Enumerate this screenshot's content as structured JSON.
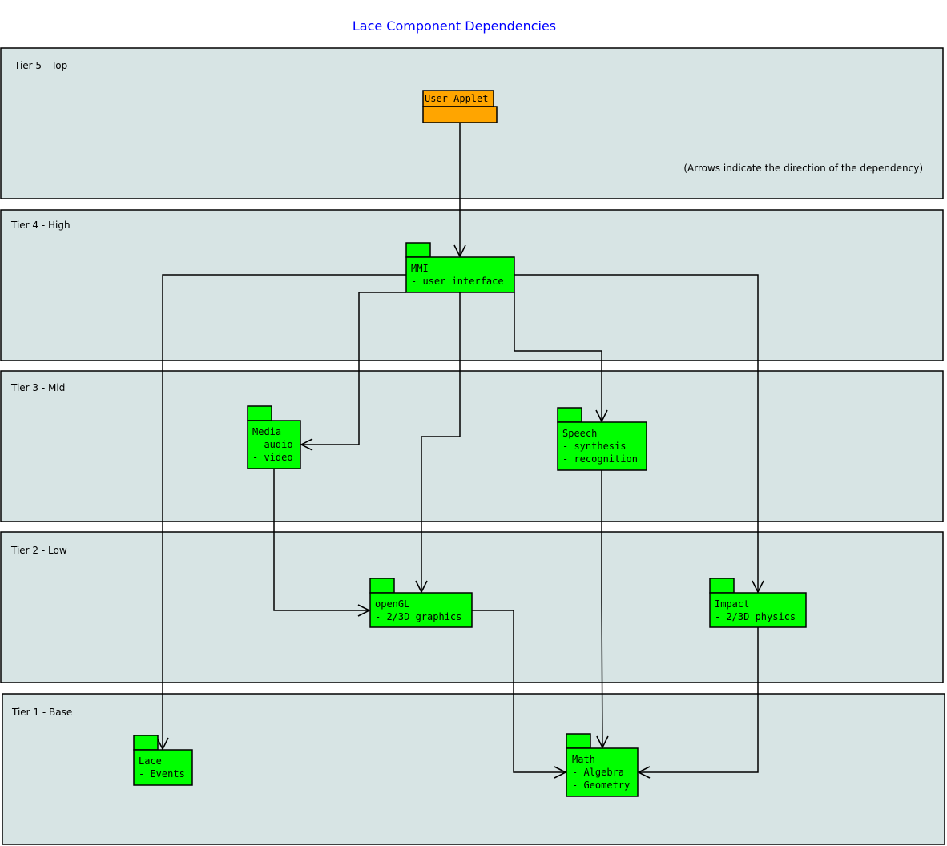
{
  "title": "Lace Component Dependencies",
  "note": "(Arrows indicate the direction of the dependency)",
  "tiers": [
    "Tier 5 - Top",
    "Tier 4 - High",
    "Tier 3 - Mid",
    "Tier 2 - Low",
    "Tier 1 - Base"
  ],
  "packages": {
    "user_applet": {
      "name": "User Applet",
      "color": "#ffa500"
    },
    "mmi": {
      "lines": [
        "MMI",
        "- user interface"
      ]
    },
    "media": {
      "lines": [
        "Media",
        "- audio",
        "- video"
      ]
    },
    "speech": {
      "lines": [
        "Speech",
        "- synthesis",
        "- recognition"
      ]
    },
    "opengl": {
      "lines": [
        "openGL",
        "- 2/3D graphics"
      ]
    },
    "impact": {
      "lines": [
        "Impact",
        "- 2/3D physics"
      ]
    },
    "lace": {
      "lines": [
        "Lace",
        "- Events"
      ]
    },
    "math": {
      "lines": [
        "Math",
        "- Algebra",
        "- Geometry"
      ]
    }
  },
  "package_color": "#00ff00",
  "tier_color": "#d7e4e4",
  "dependencies": [
    [
      "User Applet",
      "MMI"
    ],
    [
      "MMI",
      "Lace"
    ],
    [
      "MMI",
      "Media"
    ],
    [
      "MMI",
      "openGL"
    ],
    [
      "MMI",
      "Speech"
    ],
    [
      "MMI",
      "Impact"
    ],
    [
      "Media",
      "openGL"
    ],
    [
      "openGL",
      "Math"
    ],
    [
      "Speech",
      "Math"
    ],
    [
      "Impact",
      "Math"
    ]
  ]
}
